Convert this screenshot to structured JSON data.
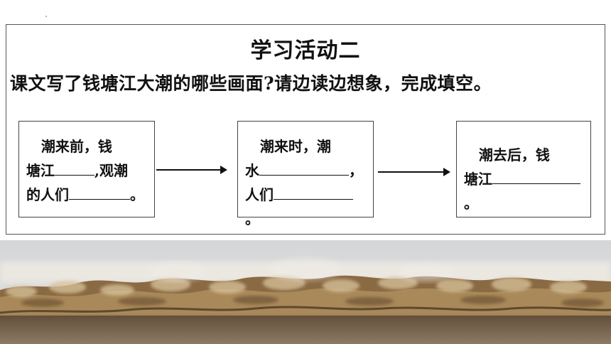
{
  "heading": "学习活动二",
  "question": "课文写了钱塘江大潮的哪些画面?请边读边想象，完成填空。",
  "boxes": [
    {
      "line1": "潮来前，钱",
      "line2a": "塘江",
      "line2b": ",观潮",
      "line3a": "的人们",
      "line3b": "。"
    },
    {
      "line1": "潮来时，潮",
      "line2a": "水",
      "line2b": "，",
      "line3a": "人们",
      "line3b": "。"
    },
    {
      "line1": "潮去后，钱",
      "line2a": "塘江",
      "line2b": "。"
    }
  ],
  "photo": {
    "subject": "钱塘江大潮",
    "colors": {
      "sky": "#d9dcdf",
      "wave_dark": "#7a5a35",
      "wave_light": "#c9ad82",
      "water": "#4a3a2a",
      "spray": "#e8e4de"
    }
  }
}
